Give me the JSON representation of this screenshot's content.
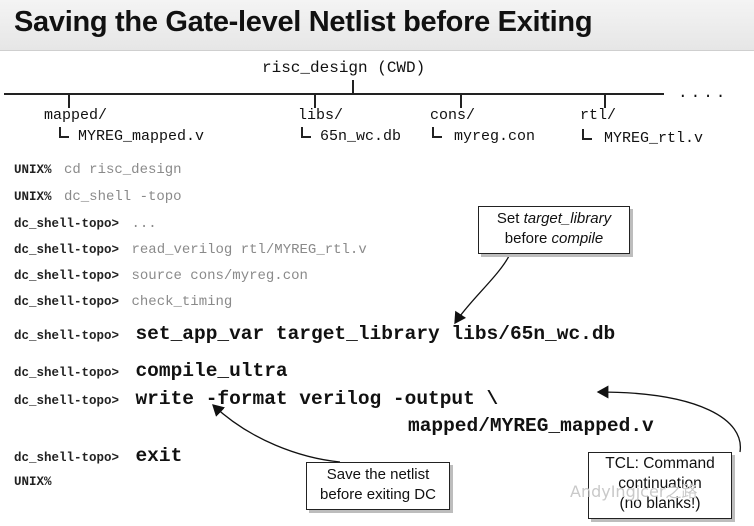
{
  "title": "Saving the Gate-level Netlist before Exiting",
  "tree": {
    "root": "risc_design (CWD)",
    "more": "....",
    "dirs": [
      {
        "name": "mapped/",
        "file": "MYREG_mapped.v"
      },
      {
        "name": "libs/",
        "file": "65n_wc.db"
      },
      {
        "name": "cons/",
        "file": "myreg.con"
      },
      {
        "name": "rtl/",
        "file": "MYREG_rtl.v"
      }
    ]
  },
  "commands": [
    {
      "prompt": "UNIX%",
      "text": "cd risc_design"
    },
    {
      "prompt": "UNIX%",
      "text": "dc_shell -topo"
    },
    {
      "prompt": "dc_shell-topo>",
      "text": "..."
    },
    {
      "prompt": "dc_shell-topo>",
      "text": "read_verilog rtl/MYREG_rtl.v"
    },
    {
      "prompt": "dc_shell-topo>",
      "text": "source cons/myreg.con"
    },
    {
      "prompt": "dc_shell-topo>",
      "text": "check_timing"
    },
    {
      "prompt": "dc_shell-topo>",
      "text": "set_app_var target_library libs/65n_wc.db"
    },
    {
      "prompt": "dc_shell-topo>",
      "text": "compile_ultra"
    },
    {
      "prompt": "dc_shell-topo>",
      "text": "write -format verilog -output \\"
    },
    {
      "prompt": "",
      "text": "mapped/MYREG_mapped.v"
    },
    {
      "prompt": "dc_shell-topo>",
      "text": "exit"
    },
    {
      "prompt": "UNIX%",
      "text": ""
    }
  ],
  "callouts": {
    "target": {
      "line1_a": "Set ",
      "line1_b": "target_library",
      "line2_a": "before ",
      "line2_b": "compile"
    },
    "save": {
      "line1": "Save the netlist",
      "line2": "before exiting DC"
    },
    "tcl": {
      "line1": "TCL: Command",
      "line2": "continuation",
      "line3": "(no blanks!)"
    }
  },
  "watermark": "AndyIngjcer之路"
}
